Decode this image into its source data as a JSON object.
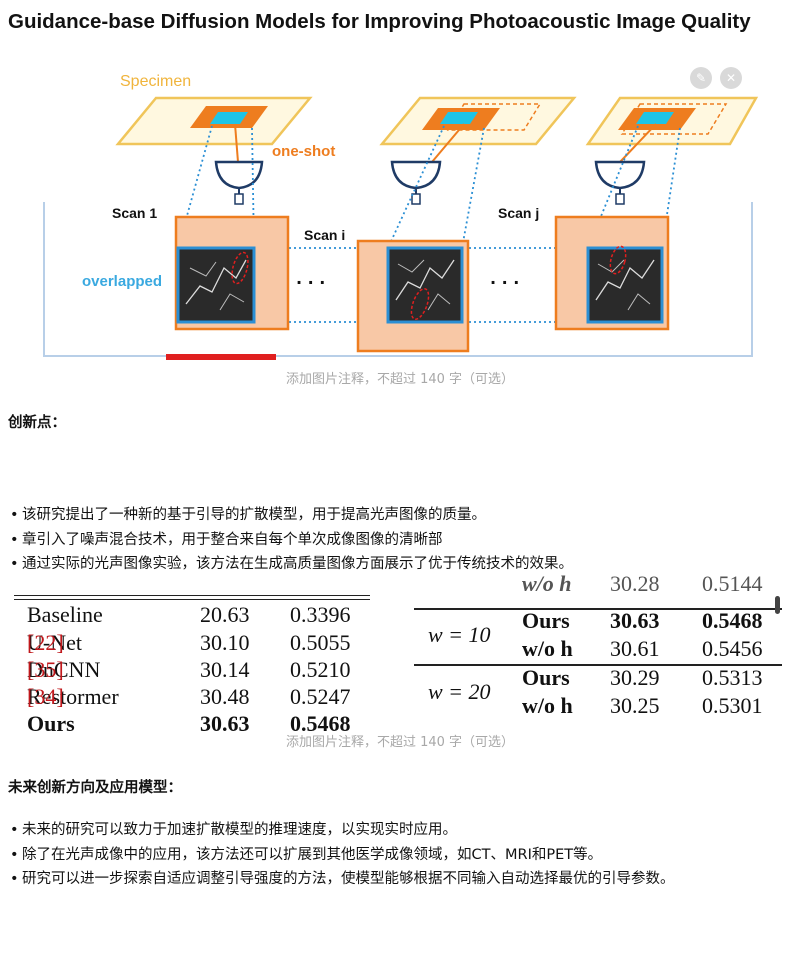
{
  "page": {
    "title": "Guidance-base Diffusion Models for Improving Photoacoustic Image Quality"
  },
  "figure1": {
    "labels": {
      "specimen": "Specimen",
      "one_shot": "one-shot",
      "scan1": "Scan 1",
      "scan_i": "Scan i",
      "scan_j": "Scan j",
      "overlapped": "overlapped",
      "dots": "· · ·"
    },
    "colors": {
      "specimen_yellow": "#f0c55a",
      "orange": "#ee7d1f",
      "cyan": "#1ec4e6",
      "blue_frame": "#2b8fd4",
      "peach": "#f8c8a6",
      "overlapped_text": "#3aa9e0",
      "red": "#e01f1f"
    },
    "caption": "添加图片注释，不超过 140 字（可选）",
    "buttons": {
      "edit_icon": "✎",
      "close_icon": "✕"
    }
  },
  "section1": {
    "heading": "创新点：",
    "bullets": [
      "该研究提出了一种新的基于引导的扩散模型，用于提高光声图像的质量。",
      "章引入了噪声混合技术，用于整合来自每个单次成像图像的清晰部",
      "通过实际的光声图像实验，该方法在生成高质量图像方面展示了优于传统技术的效果。"
    ],
    "bullet_char": "•"
  },
  "figure2": {
    "left_table": {
      "rows": [
        {
          "method": "Baseline",
          "ref": "",
          "psnr": "20.63",
          "ssim": "0.3396"
        },
        {
          "method": "U-Net",
          "ref": "[22]",
          "psnr": "30.10",
          "ssim": "0.5055"
        },
        {
          "method": "DnCNN",
          "ref": "[35]",
          "psnr": "30.14",
          "ssim": "0.5210"
        },
        {
          "method": "Restormer",
          "ref": "[34]",
          "psnr": "30.48",
          "ssim": "0.5247"
        },
        {
          "method": "Ours",
          "ref": "",
          "psnr": "30.63",
          "ssim": "0.5468"
        }
      ]
    },
    "right_table": {
      "partial_row": {
        "variant": "w/o h",
        "psnr": "30.28",
        "ssim": "0.5144"
      },
      "groups": [
        {
          "w": "w = 10",
          "rows": [
            {
              "variant": "Ours",
              "psnr": "30.63",
              "ssim": "0.5468"
            },
            {
              "variant": "w/o h",
              "psnr": "30.61",
              "ssim": "0.5456"
            }
          ]
        },
        {
          "w": "w = 20",
          "rows": [
            {
              "variant": "Ours",
              "psnr": "30.29",
              "ssim": "0.5313"
            },
            {
              "variant": "w/o h",
              "psnr": "30.25",
              "ssim": "0.5301"
            }
          ]
        }
      ]
    },
    "caption": "添加图片注释，不超过 140 字（可选）"
  },
  "section2": {
    "heading": "未来创新方向及应用模型：",
    "bullets": [
      "未来的研究可以致力于加速扩散模型的推理速度，以实现实时应用。",
      "除了在光声成像中的应用，该方法还可以扩展到其他医学成像领域，如CT、MRI和PET等。",
      "研究可以进一步探索自适应调整引导强度的方法，使模型能够根据不同输入自动选择最优的引导参数。"
    ],
    "bullet_char": "•"
  }
}
